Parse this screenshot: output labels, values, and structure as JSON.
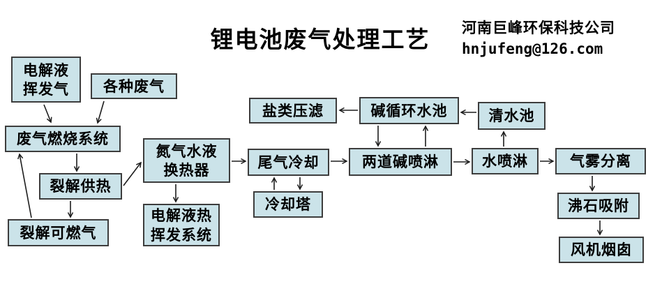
{
  "header": {
    "title": "锂电池废气处理工艺",
    "company_name": "河南巨峰环保科技公司",
    "company_email": "hnjufeng@126.com"
  },
  "colors": {
    "node_fill": "#cbe3e9",
    "node_border": "#3d3d3d",
    "arrow": "#1d1d1d",
    "text": "#000000",
    "background": "#ffffff"
  },
  "nodes": {
    "electrolyte_vapor": {
      "label": "电解液\n挥发气"
    },
    "various_waste_gas": {
      "label": "各种废气"
    },
    "combustion_system": {
      "label": "废气燃烧系统"
    },
    "cracking_heat_supply": {
      "label": "裂解供热"
    },
    "cracking_fuel_gas": {
      "label": "裂解可燃气"
    },
    "nitrogen_water_exchanger": {
      "label": "氮气水液\n换热器"
    },
    "electrolyte_thermal_system": {
      "label": "电解液热\n挥发系统"
    },
    "tail_gas_cooling": {
      "label": "尾气冷却"
    },
    "cooling_tower": {
      "label": "冷却塔"
    },
    "salt_press_filter": {
      "label": "盐类压滤"
    },
    "alkali_circulation_pool": {
      "label": "碱循环水池"
    },
    "double_alkali_spray": {
      "label": "两道碱喷淋"
    },
    "clean_water_pool": {
      "label": "清水池"
    },
    "water_spray": {
      "label": "水喷淋"
    },
    "gas_mist_separation": {
      "label": "气雾分离"
    },
    "zeolite_adsorption": {
      "label": "沸石吸附"
    },
    "fan_chimney": {
      "label": "风机烟囱"
    }
  },
  "edges": [
    {
      "from": "electrolyte_vapor",
      "to": "combustion_system"
    },
    {
      "from": "various_waste_gas",
      "to": "combustion_system"
    },
    {
      "from": "combustion_system",
      "to": "cracking_heat_supply"
    },
    {
      "from": "cracking_heat_supply",
      "to": "cracking_fuel_gas"
    },
    {
      "from": "cracking_fuel_gas",
      "to": "combustion_system"
    },
    {
      "from": "cracking_heat_supply",
      "to": "nitrogen_water_exchanger"
    },
    {
      "from": "nitrogen_water_exchanger",
      "to": "electrolyte_thermal_system"
    },
    {
      "from": "nitrogen_water_exchanger",
      "to": "tail_gas_cooling"
    },
    {
      "from": "cooling_tower",
      "to": "tail_gas_cooling"
    },
    {
      "from": "tail_gas_cooling",
      "to": "cooling_tower"
    },
    {
      "from": "tail_gas_cooling",
      "to": "double_alkali_spray"
    },
    {
      "from": "alkali_circulation_pool",
      "to": "salt_press_filter"
    },
    {
      "from": "alkali_circulation_pool",
      "to": "double_alkali_spray"
    },
    {
      "from": "double_alkali_spray",
      "to": "alkali_circulation_pool"
    },
    {
      "from": "double_alkali_spray",
      "to": "water_spray"
    },
    {
      "from": "clean_water_pool",
      "to": "alkali_circulation_pool"
    },
    {
      "from": "water_spray",
      "to": "clean_water_pool"
    },
    {
      "from": "water_spray",
      "to": "gas_mist_separation"
    },
    {
      "from": "gas_mist_separation",
      "to": "zeolite_adsorption"
    },
    {
      "from": "zeolite_adsorption",
      "to": "fan_chimney"
    }
  ]
}
